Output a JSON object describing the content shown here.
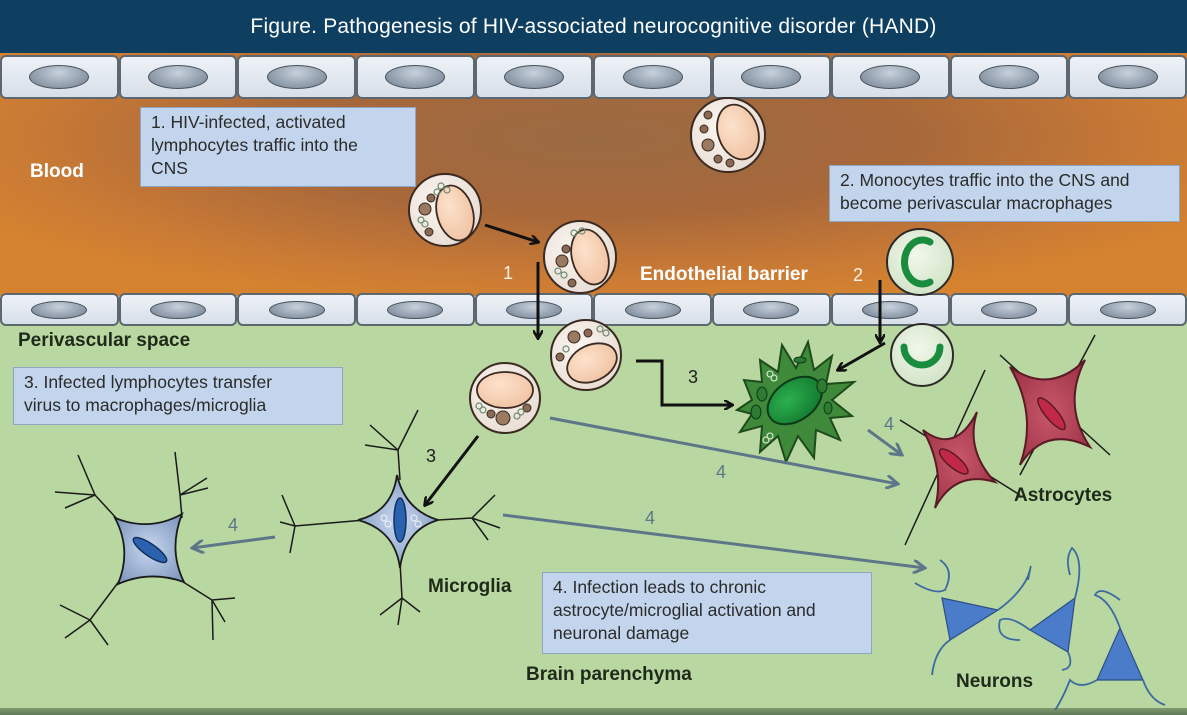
{
  "title": "Figure. Pathogenesis of HIV-associated neurocognitive disorder (HAND)",
  "regions": {
    "blood": "Blood",
    "endothelial_barrier": "Endothelial barrier",
    "perivascular_space": "Perivascular space",
    "brain_parenchyma": "Brain parenchyma"
  },
  "cell_labels": {
    "microglia": "Microglia",
    "astrocytes": "Astrocytes",
    "neurons": "Neurons"
  },
  "notes": [
    {
      "step": 1,
      "text": "1. HIV-infected, activated\nlymphocytes traffic into the\nCNS"
    },
    {
      "step": 2,
      "text": "2. Monocytes traffic into the CNS and\nbecome perivascular macrophages"
    },
    {
      "step": 3,
      "text": "3. Infected lymphocytes transfer\nvirus to macrophages/microglia"
    },
    {
      "step": 4,
      "text": "4. Infection leads to chronic\nastrocyte/microglial activation and\nneuronal damage"
    }
  ],
  "step_numbers": {
    "barrier_1": "1",
    "barrier_2": "2",
    "to_macrophage": "3",
    "to_microglia": "3",
    "to_astrocyte_upper": "4",
    "to_astrocyte_lower": "4",
    "to_neurons": "4",
    "to_left_microglia": "4"
  },
  "colors": {
    "title_bar": "#0e3f61",
    "blood": "#c97a35",
    "parenchyma": "#b9d7a0",
    "note_box": "#c2d5ec",
    "macrophage": "#3f8a3a",
    "astrocyte": "#b8485a",
    "neuron": "#4a7cc9",
    "microglia": "#a9bfe0",
    "arrow_step4": "#5d7689"
  },
  "endothelial_cell_count": 10
}
